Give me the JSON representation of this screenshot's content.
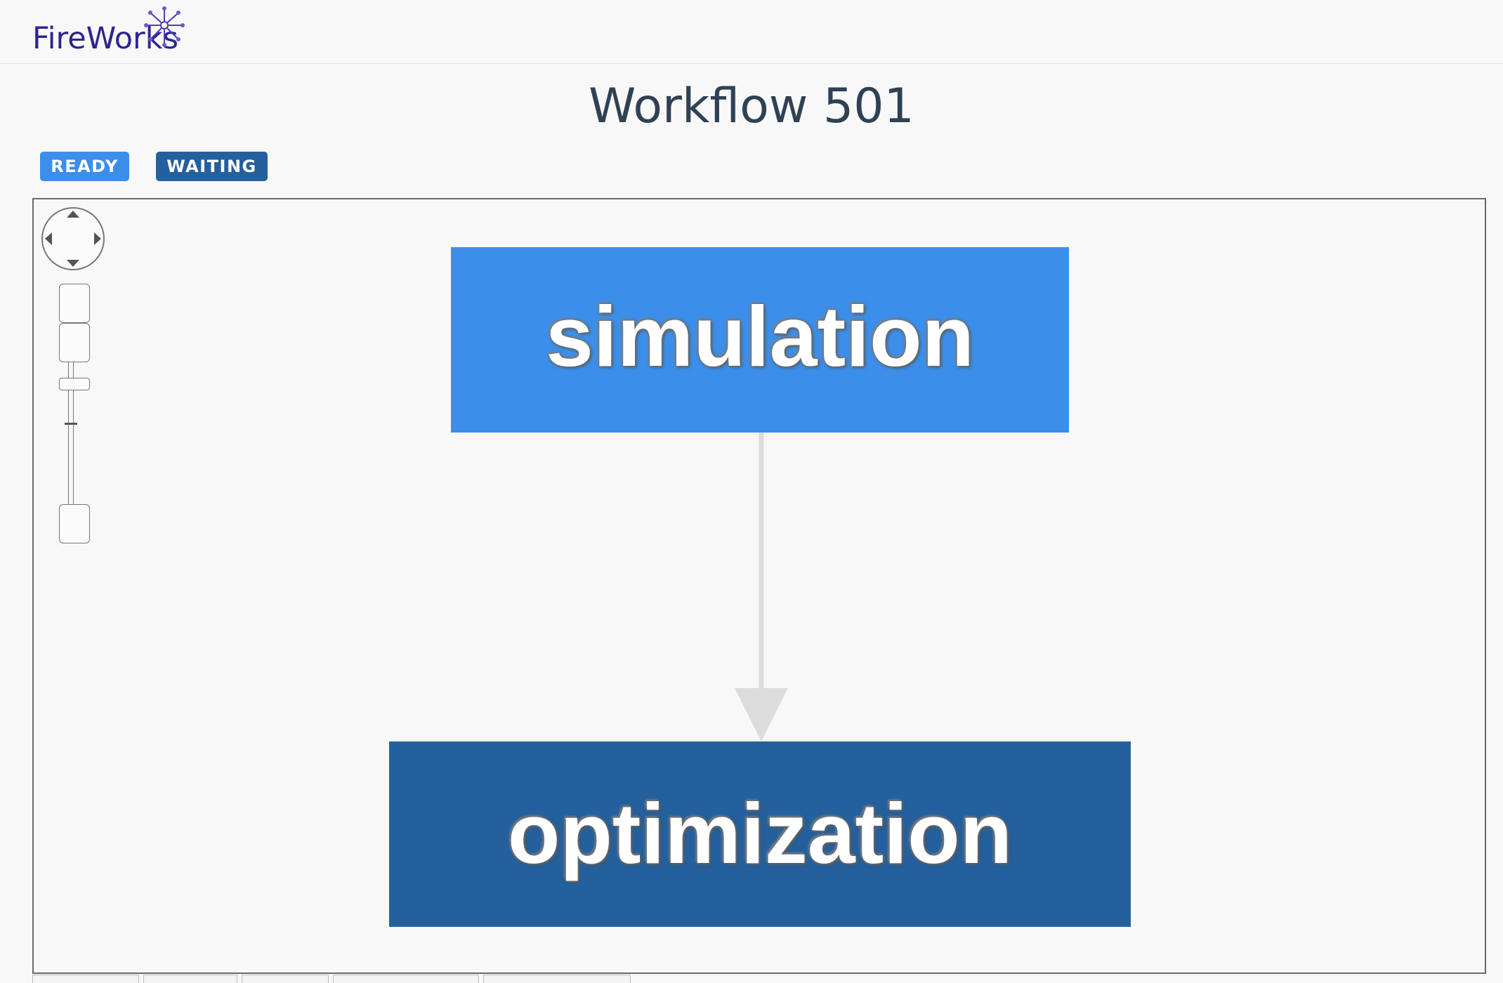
{
  "header": {
    "logo_text": "FireWorks",
    "logo_icon": "fireworks-burst-icon"
  },
  "page": {
    "title": "Workflow 501"
  },
  "legend": {
    "states": [
      {
        "label": "READY",
        "color": "#3b8fea"
      },
      {
        "label": "WAITING",
        "color": "#24609e"
      }
    ]
  },
  "graph": {
    "nodes": [
      {
        "id": "simulation",
        "label": "simulation",
        "state": "READY",
        "color": "#3b8fea"
      },
      {
        "id": "optimization",
        "label": "optimization",
        "state": "WAITING",
        "color": "#24609e"
      }
    ],
    "edges": [
      {
        "from": "simulation",
        "to": "optimization"
      }
    ],
    "edge_color": "#dcdcdc"
  },
  "controls": {
    "navigator_icon": "pan-navigator-icon",
    "zoom_in_icon": "zoom-in-icon",
    "zoom_out_icon": "zoom-out-icon"
  }
}
